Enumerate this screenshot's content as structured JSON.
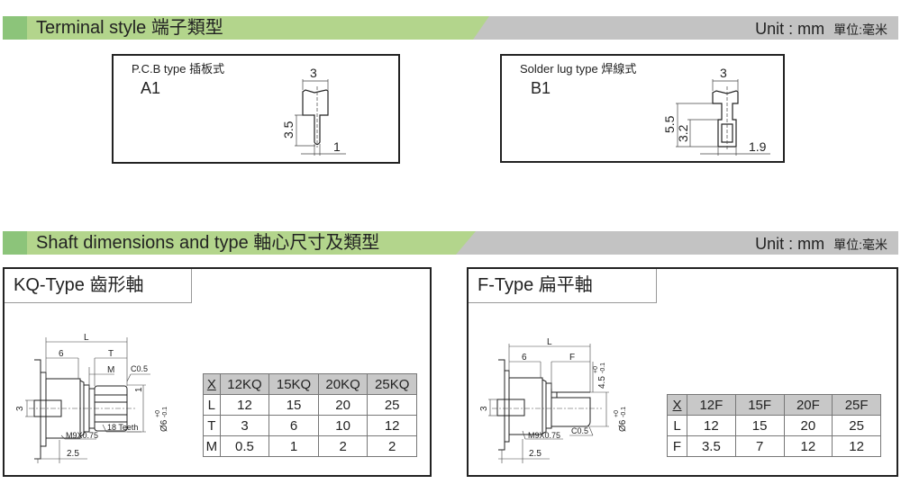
{
  "terminal_section": {
    "title": "Terminal style  端子類型",
    "unit": "Unit : mm",
    "unit_cn": "單位:毫米"
  },
  "pcb": {
    "label": "P.C.B type  插板式",
    "code": "A1",
    "dims": {
      "width": "3",
      "pin_length": "3.5",
      "pin_width": "1"
    }
  },
  "solder": {
    "label": "Solder lug type 焊線式",
    "code": "B1",
    "dims": {
      "width": "3",
      "height": "5.5",
      "slot": "3.2",
      "lug_width": "1.9"
    }
  },
  "shaft_section": {
    "title": "Shaft dimensions and type  軸心尺寸及類型",
    "unit": "Unit : mm",
    "unit_cn": "單位:毫米"
  },
  "kq": {
    "title": "KQ-Type  齒形軸",
    "dims": {
      "L": "L",
      "six": "6",
      "T": "T",
      "M": "M",
      "chamfer": "C0.5",
      "one": "1",
      "three": "3",
      "dia": "Ø6",
      "tol_up": "+0",
      "tol_dn": "-0.1",
      "teeth": "18 Teeth",
      "thread": "M9X0.75",
      "flange": "2.5"
    },
    "table": {
      "header": [
        "X",
        "12KQ",
        "15KQ",
        "20KQ",
        "25KQ"
      ],
      "rows": [
        [
          "L",
          "12",
          "15",
          "20",
          "25"
        ],
        [
          "T",
          "3",
          "6",
          "10",
          "12"
        ],
        [
          "M",
          "0.5",
          "1",
          "2",
          "2"
        ]
      ]
    }
  },
  "f": {
    "title": "F-Type  扁平軸",
    "dims": {
      "L": "L",
      "six": "6",
      "F": "F",
      "flat": "4.5",
      "flat_tol_up": "+0",
      "flat_tol_dn": "-0.1",
      "dia": "Ø6",
      "tol_up": "+0",
      "tol_dn": "-0.1",
      "chamfer": "C0.5",
      "three": "3",
      "thread": "M9X0.75",
      "flange": "2.5"
    },
    "table": {
      "header": [
        "X",
        "12F",
        "15F",
        "20F",
        "25F"
      ],
      "rows": [
        [
          "L",
          "12",
          "15",
          "20",
          "25"
        ],
        [
          "F",
          "3.5",
          "7",
          "12",
          "12"
        ]
      ]
    }
  }
}
